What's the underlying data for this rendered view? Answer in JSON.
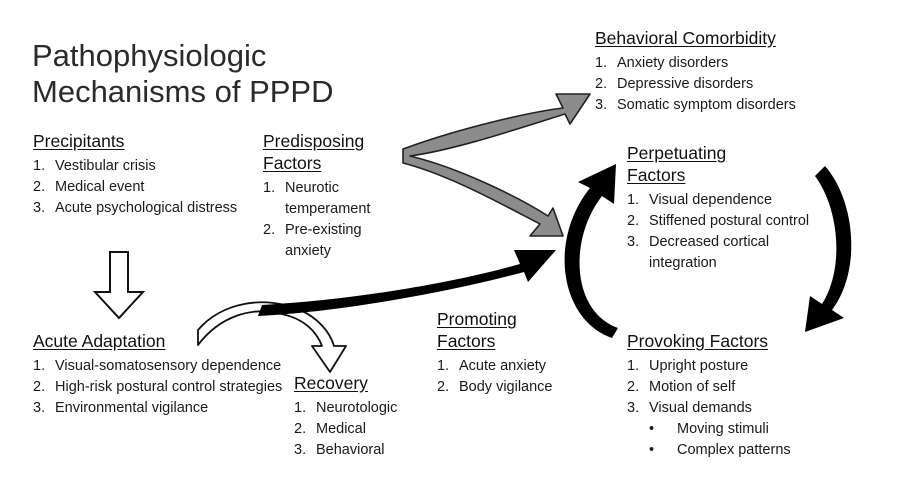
{
  "title": {
    "line1": "Pathophysiologic",
    "line2": "Mechanisms of PPPD"
  },
  "precipitants": {
    "heading": "Precipitants",
    "items": [
      "Vestibular crisis",
      "Medical event",
      "Acute psychological distress"
    ]
  },
  "predisposing": {
    "heading_line1": "Predisposing",
    "heading_line2": "Factors",
    "items": [
      "Neurotic temperament",
      "Pre-existing anxiety"
    ]
  },
  "behavioral_comorbidity": {
    "heading": "Behavioral Comorbidity",
    "items": [
      "Anxiety disorders",
      "Depressive disorders",
      "Somatic symptom disorders"
    ]
  },
  "perpetuating": {
    "heading_line1": "Perpetuating",
    "heading_line2": "Factors",
    "items": [
      "Visual dependence",
      "Stiffened postural control",
      "Decreased cortical integration"
    ]
  },
  "acute_adaptation": {
    "heading": "Acute Adaptation",
    "items": [
      "Visual-somatosensory dependence",
      "High-risk postural control strategies",
      "Environmental vigilance"
    ]
  },
  "recovery": {
    "heading": "Recovery",
    "items": [
      "Neurotologic",
      "Medical",
      "Behavioral"
    ]
  },
  "promoting": {
    "heading_line1": "Promoting",
    "heading_line2": "Factors",
    "items": [
      "Acute anxiety",
      "Body vigilance"
    ]
  },
  "provoking": {
    "heading": "Provoking Factors",
    "items": [
      "Upright posture",
      "Motion of self",
      "Visual demands"
    ],
    "sub_items": [
      "Moving stimuli",
      "Complex patterns"
    ]
  },
  "colors": {
    "gray_arrow": "#8c8c8c",
    "black_arrow": "#000000",
    "text": "#1a1a1a"
  }
}
